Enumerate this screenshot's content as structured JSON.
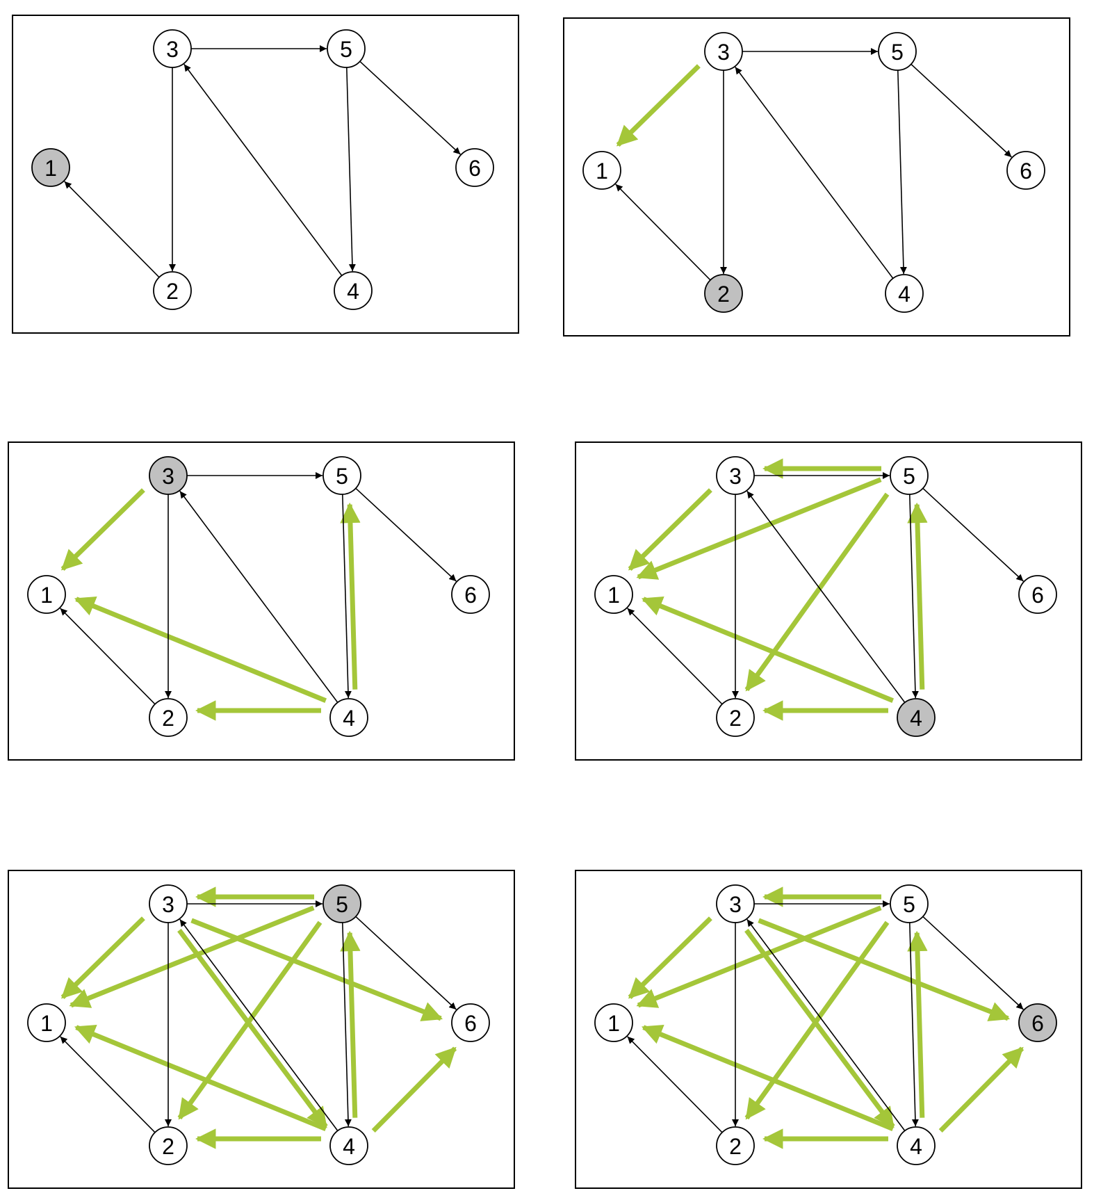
{
  "colors": {
    "frame": "#000000",
    "edge": "#000000",
    "node_fill": "#ffffff",
    "node_highlight": "#c0c0c0",
    "inferred_edge": "#a4c639"
  },
  "nodes": [
    {
      "id": "1",
      "label": "1"
    },
    {
      "id": "2",
      "label": "2"
    },
    {
      "id": "3",
      "label": "3"
    },
    {
      "id": "4",
      "label": "4"
    },
    {
      "id": "5",
      "label": "5"
    },
    {
      "id": "6",
      "label": "6"
    }
  ],
  "edges": [
    {
      "from": "3",
      "to": "5"
    },
    {
      "from": "3",
      "to": "2"
    },
    {
      "from": "5",
      "to": "6"
    },
    {
      "from": "5",
      "to": "4"
    },
    {
      "from": "4",
      "to": "3"
    },
    {
      "from": "2",
      "to": "1"
    }
  ],
  "panels": [
    {
      "highlight": "1",
      "inferred_edges": []
    },
    {
      "highlight": "2",
      "inferred_edges": [
        {
          "from": "3",
          "to": "1"
        }
      ]
    },
    {
      "highlight": "3",
      "inferred_edges": [
        {
          "from": "3",
          "to": "1"
        },
        {
          "from": "4",
          "to": "1"
        },
        {
          "from": "4",
          "to": "2"
        },
        {
          "from": "4",
          "to": "5"
        }
      ]
    },
    {
      "highlight": "4",
      "inferred_edges": [
        {
          "from": "3",
          "to": "1"
        },
        {
          "from": "5",
          "to": "1"
        },
        {
          "from": "4",
          "to": "1"
        },
        {
          "from": "4",
          "to": "2"
        },
        {
          "from": "5",
          "to": "2"
        },
        {
          "from": "5",
          "to": "3"
        },
        {
          "from": "4",
          "to": "5"
        }
      ]
    },
    {
      "highlight": "5",
      "inferred_edges": [
        {
          "from": "3",
          "to": "1"
        },
        {
          "from": "5",
          "to": "1"
        },
        {
          "from": "4",
          "to": "1"
        },
        {
          "from": "4",
          "to": "2"
        },
        {
          "from": "5",
          "to": "2"
        },
        {
          "from": "5",
          "to": "3"
        },
        {
          "from": "4",
          "to": "5"
        },
        {
          "from": "3",
          "to": "4"
        },
        {
          "from": "3",
          "to": "6"
        },
        {
          "from": "4",
          "to": "6"
        }
      ]
    },
    {
      "highlight": "6",
      "inferred_edges": [
        {
          "from": "3",
          "to": "1"
        },
        {
          "from": "5",
          "to": "1"
        },
        {
          "from": "4",
          "to": "1"
        },
        {
          "from": "4",
          "to": "2"
        },
        {
          "from": "5",
          "to": "2"
        },
        {
          "from": "5",
          "to": "3"
        },
        {
          "from": "4",
          "to": "5"
        },
        {
          "from": "3",
          "to": "4"
        },
        {
          "from": "3",
          "to": "6"
        },
        {
          "from": "4",
          "to": "6"
        }
      ]
    }
  ]
}
